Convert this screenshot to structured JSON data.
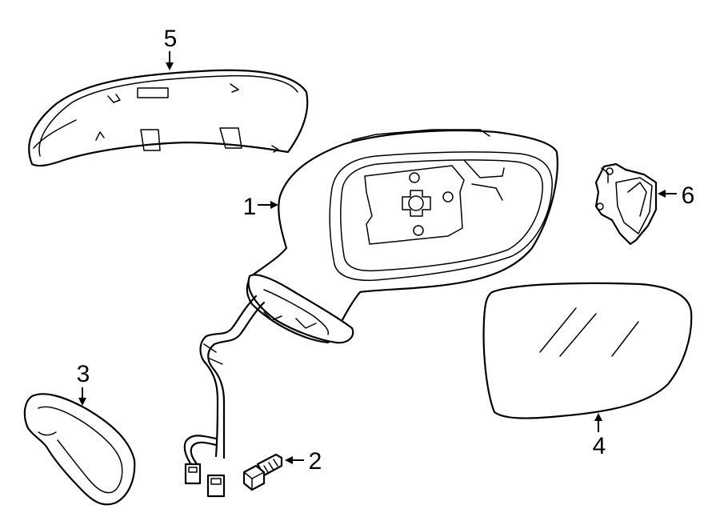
{
  "callouts": {
    "mirror_assembly": "1",
    "screw": "2",
    "trim_cover": "3",
    "mirror_glass": "4",
    "mirror_cover": "5",
    "lamp": "6"
  }
}
